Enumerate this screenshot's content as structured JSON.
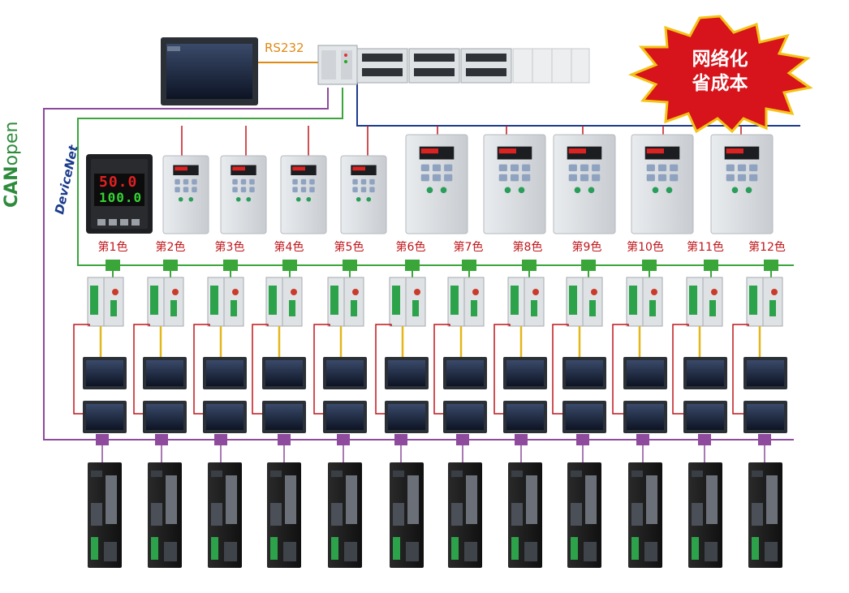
{
  "diagram": {
    "rs232_label": "RS232",
    "badge_line1": "网络化",
    "badge_line2": "省成本",
    "canopen_bold": "CAN",
    "canopen_light": "open",
    "devicenet_label": "DeviceNet",
    "controller_pv": "50.0",
    "controller_sv": "100.0",
    "color_labels": [
      "第1色",
      "第2色",
      "第3色",
      "第4色",
      "第5色",
      "第6色",
      "第7色",
      "第8色",
      "第9色",
      "第10色",
      "第11色",
      "第12色"
    ],
    "colors": {
      "devicenet_line": "#1c3a8e",
      "canopen_line": "#8e4a9c",
      "green_line": "#3aa63a",
      "red_wire": "#c0161b",
      "yellow_wire": "#e3b61a",
      "rs232_wire": "#e08a14",
      "badge": "#d7131b"
    }
  }
}
